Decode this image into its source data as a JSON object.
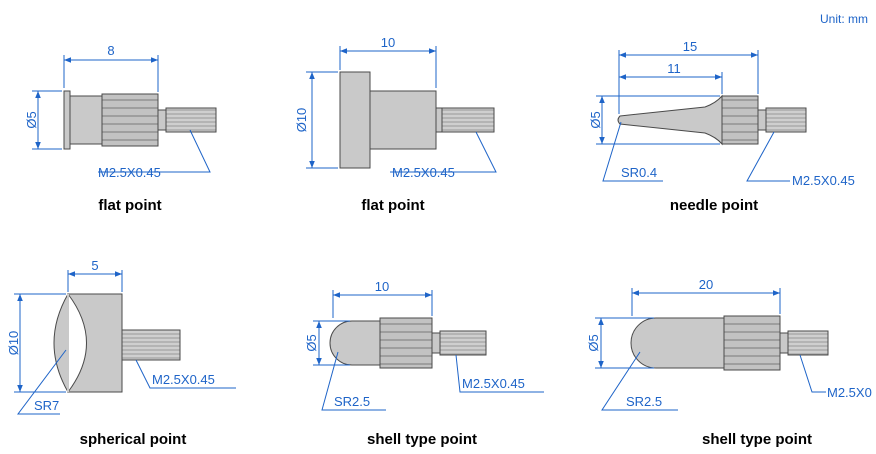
{
  "unit_label": "Unit: mm",
  "colors": {
    "dimension": "#1e64c8",
    "body": "#c9c9c9",
    "outline": "#4a4a4a",
    "caption": "#000000"
  },
  "items": [
    {
      "caption": "flat point",
      "dims": [
        "8",
        "Ø5",
        "M2.5X0.45"
      ]
    },
    {
      "caption": "flat point",
      "dims": [
        "10",
        "Ø10",
        "M2.5X0.45"
      ]
    },
    {
      "caption": "needle point",
      "dims": [
        "15",
        "11",
        "Ø5",
        "SR0.4",
        "M2.5X0.45"
      ]
    },
    {
      "caption": "spherical point",
      "dims": [
        "5",
        "Ø10",
        "SR7",
        "M2.5X0.45"
      ]
    },
    {
      "caption": "shell type point",
      "dims": [
        "10",
        "Ø5",
        "SR2.5",
        "M2.5X0.45"
      ]
    },
    {
      "caption": "shell type point",
      "dims": [
        "20",
        "Ø5",
        "SR2.5",
        "M2.5X0"
      ]
    }
  ]
}
